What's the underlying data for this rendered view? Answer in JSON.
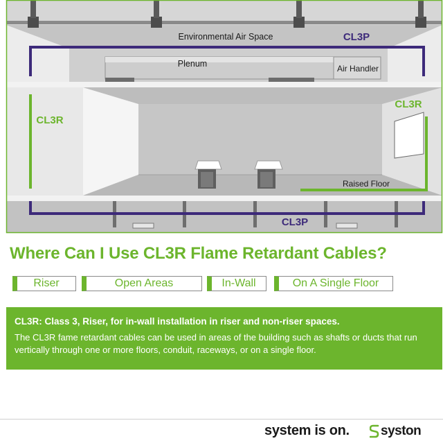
{
  "diagram": {
    "labels": {
      "environmental_air_space": "Environmental Air Space",
      "plenum": "Plenum",
      "air_handler": "Air Handler",
      "raised_floor": "Raised Floor",
      "cl3p_top": "CL3P",
      "cl3p_bottom": "CL3P",
      "cl3r_left": "CL3R",
      "cl3r_right": "CL3R"
    },
    "colors": {
      "cl3p_line": "#3d2a7a",
      "cl3r_line": "#6cb52d",
      "floor_gray": "#b4b4b4",
      "wall_light": "#ececec",
      "room_back": "#c8c8c8"
    }
  },
  "headline": "Where Can I Use CL3R Flame Retardant Cables?",
  "tags": [
    "Riser",
    "Open Areas",
    "In-Wall",
    "On A Single Floor"
  ],
  "info": {
    "title": "CL3R: Class 3, Riser, for in-wall installation in riser and non-riser spaces.",
    "body": "The CL3R fame retardant cables can be used in areas of the building such as shafts or ducts that run vertically through one or more floors, conduit, raceways, or on a single floor."
  },
  "footer": {
    "slogan": "system is on.",
    "brand": "syston",
    "logo_icon": "syston-s-icon"
  },
  "colors": {
    "accent_green": "#6cb52d",
    "text_dark": "#1a1a1a",
    "white": "#ffffff"
  }
}
